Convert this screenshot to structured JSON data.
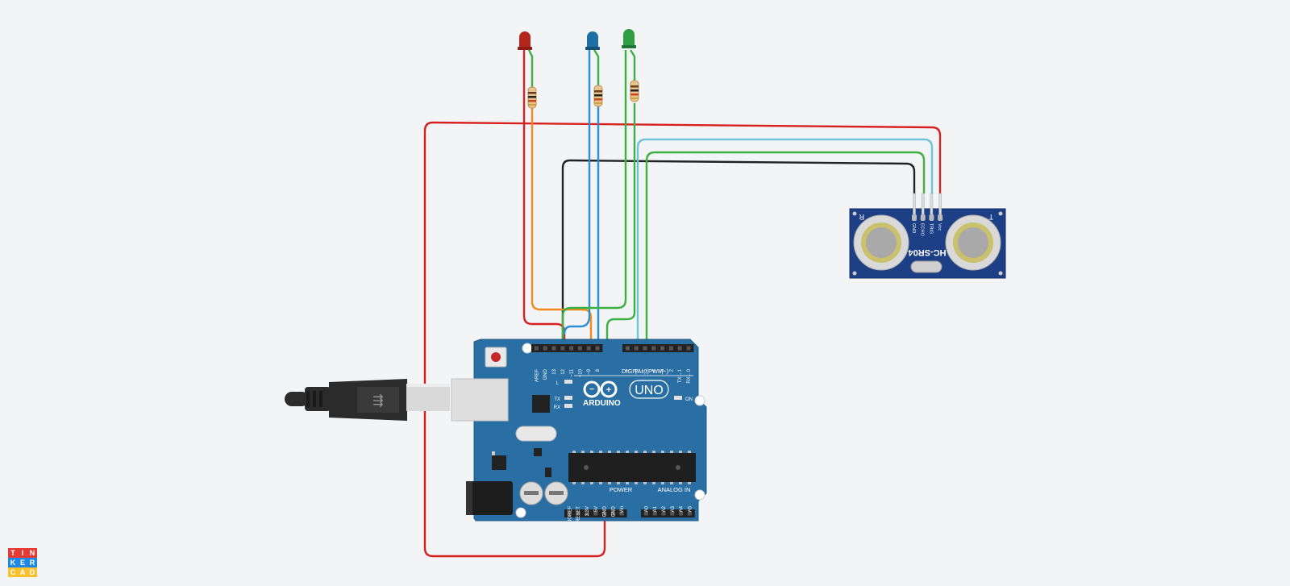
{
  "board": {
    "brand": "ARDUINO",
    "model": "UNO",
    "digital_header": "DIGITAL (PWM~)",
    "power_label": "POWER",
    "analog_label": "ANALOG IN",
    "led_l": "L",
    "led_tx": "TX",
    "led_rx": "RX",
    "led_on": "ON",
    "digital_pins": [
      "AREF",
      "GND",
      "13",
      "12",
      "~11",
      "~10",
      "~9",
      "8",
      "7",
      "~6",
      "~5",
      "4",
      "~3",
      "2",
      "TX→1",
      "RX←0"
    ],
    "power_pins": [
      "IOREF",
      "RESET",
      "3.3V",
      "5V",
      "GND",
      "GND",
      "Vin"
    ],
    "analog_pins": [
      "A0",
      "A1",
      "A2",
      "A3",
      "A4",
      "A5"
    ]
  },
  "sensor": {
    "model": "HC-SR04",
    "pins": [
      "GND",
      "ECHO",
      "TRIG",
      "Vcc"
    ],
    "label_r": "R",
    "label_t": "T"
  },
  "leds": [
    {
      "name": "red-led",
      "color": "#b3261e"
    },
    {
      "name": "blue-led",
      "color": "#1e6fa3"
    },
    {
      "name": "green-led",
      "color": "#2ea043"
    }
  ],
  "wire_colors": {
    "red": "#d62121",
    "orange": "#f08a1c",
    "blue": "#2a8fd6",
    "light_blue": "#6fc4dc",
    "green": "#3cb043",
    "black": "#222222"
  },
  "logo": {
    "letters": [
      "T",
      "I",
      "N",
      "K",
      "E",
      "R",
      "C",
      "A",
      "D"
    ],
    "colors": [
      "#e53935",
      "#e53935",
      "#e53935",
      "#1e88e5",
      "#1e88e5",
      "#1e88e5",
      "#fbc02d",
      "#fbc02d",
      "#fbc02d"
    ]
  }
}
